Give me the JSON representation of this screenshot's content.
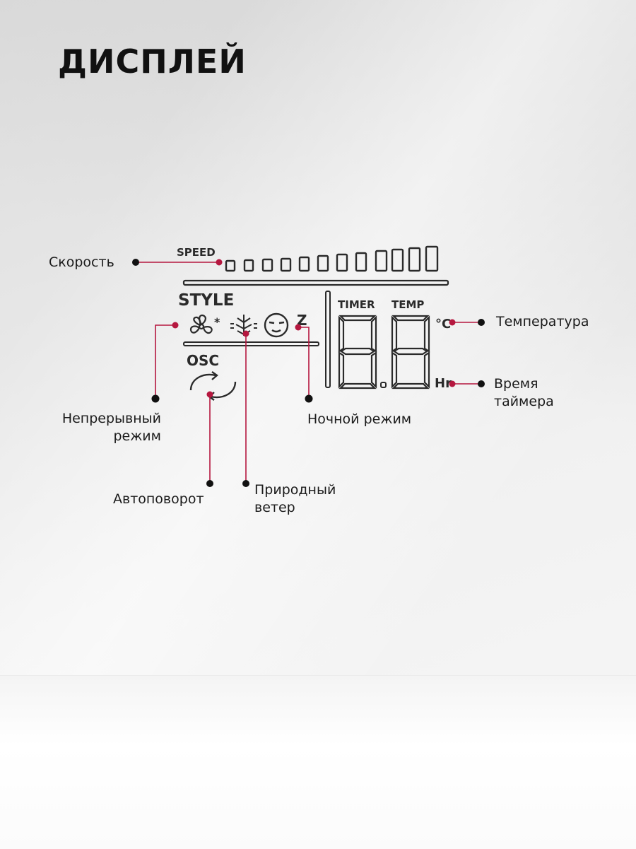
{
  "title": "ДИСПЛЕЙ",
  "display": {
    "speed": "SPEED",
    "style": "STYLE",
    "osc": "OSC",
    "timer": "TIMER",
    "temp": "TEMP",
    "celsius": "°C",
    "hours": "Hr",
    "sleep_z": "Z",
    "fan_star": "*"
  },
  "callouts": {
    "speed": "Скорость",
    "temperature": "Температура",
    "timer_line1": "Время",
    "timer_line2": "таймера",
    "continuous_line1": "Непрерывный",
    "continuous_line2": "режим",
    "night": "Ночной режим",
    "auto_rotate": "Автоповорот",
    "natural_line1": "Природный",
    "natural_line2": "ветер"
  },
  "colors": {
    "accent": "#b5173f",
    "lcd": "#2a2a2a",
    "title": "#111111"
  },
  "icons": [
    "fan-icon",
    "natural-wind-icon",
    "sleep-face-icon",
    "oscillation-icon"
  ]
}
